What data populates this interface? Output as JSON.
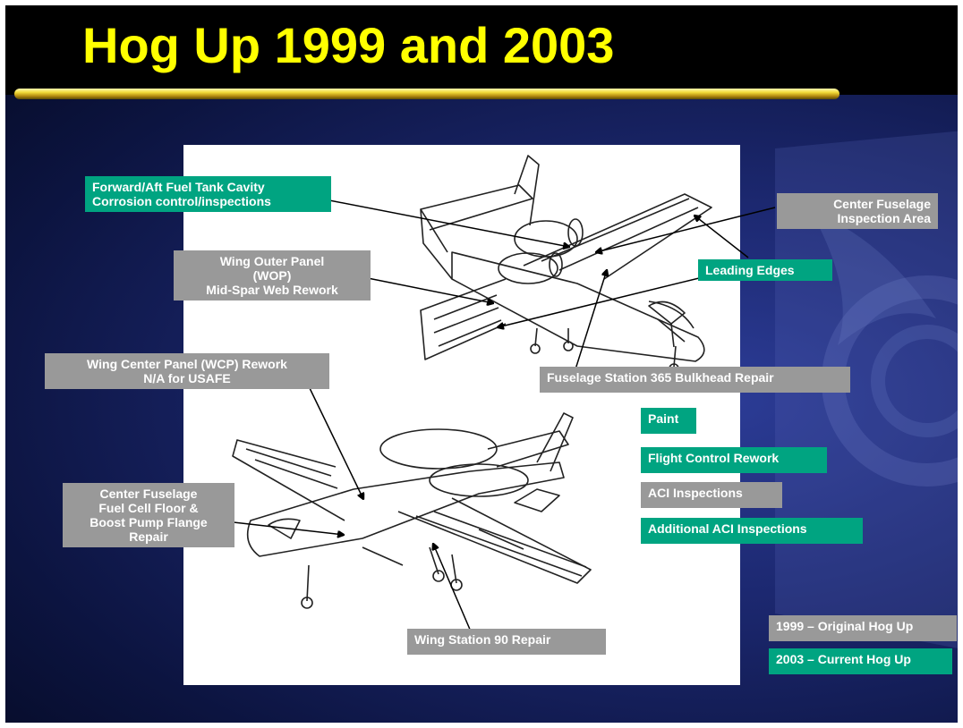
{
  "slide": {
    "title": "Hog Up 1999 and 2003"
  },
  "callouts": {
    "fuel_tank_line1": "Forward/Aft Fuel Tank Cavity",
    "fuel_tank_line2": "Corrosion control/inspections",
    "center_fuselage_insp_line1": "Center Fuselage",
    "center_fuselage_insp_line2": "Inspection Area",
    "wop_line1": "Wing Outer Panel",
    "wop_line2": "(WOP)",
    "wop_line3": "Mid-Spar Web Rework",
    "leading_edges": "Leading Edges",
    "wcp_line1": "Wing Center Panel (WCP) Rework",
    "wcp_line2": "N/A for USAFE",
    "fs365": "Fuselage Station 365 Bulkhead Repair",
    "paint": "Paint",
    "flight_control": "Flight Control Rework",
    "aci": "ACI Inspections",
    "additional_aci": "Additional ACI Inspections",
    "fuel_cell_line1": "Center Fuselage",
    "fuel_cell_line2": "Fuel Cell Floor &",
    "fuel_cell_line3": "Boost Pump Flange",
    "fuel_cell_line4": "Repair",
    "ws90": "Wing Station 90 Repair"
  },
  "legend": {
    "original": "1999 – Original Hog Up",
    "current": "2003 – Current Hog Up"
  },
  "colors": {
    "title_yellow": "#ffff00",
    "teal_2003": "#00a481",
    "gray_1999": "#999999",
    "background_blue": "#1c2870"
  }
}
